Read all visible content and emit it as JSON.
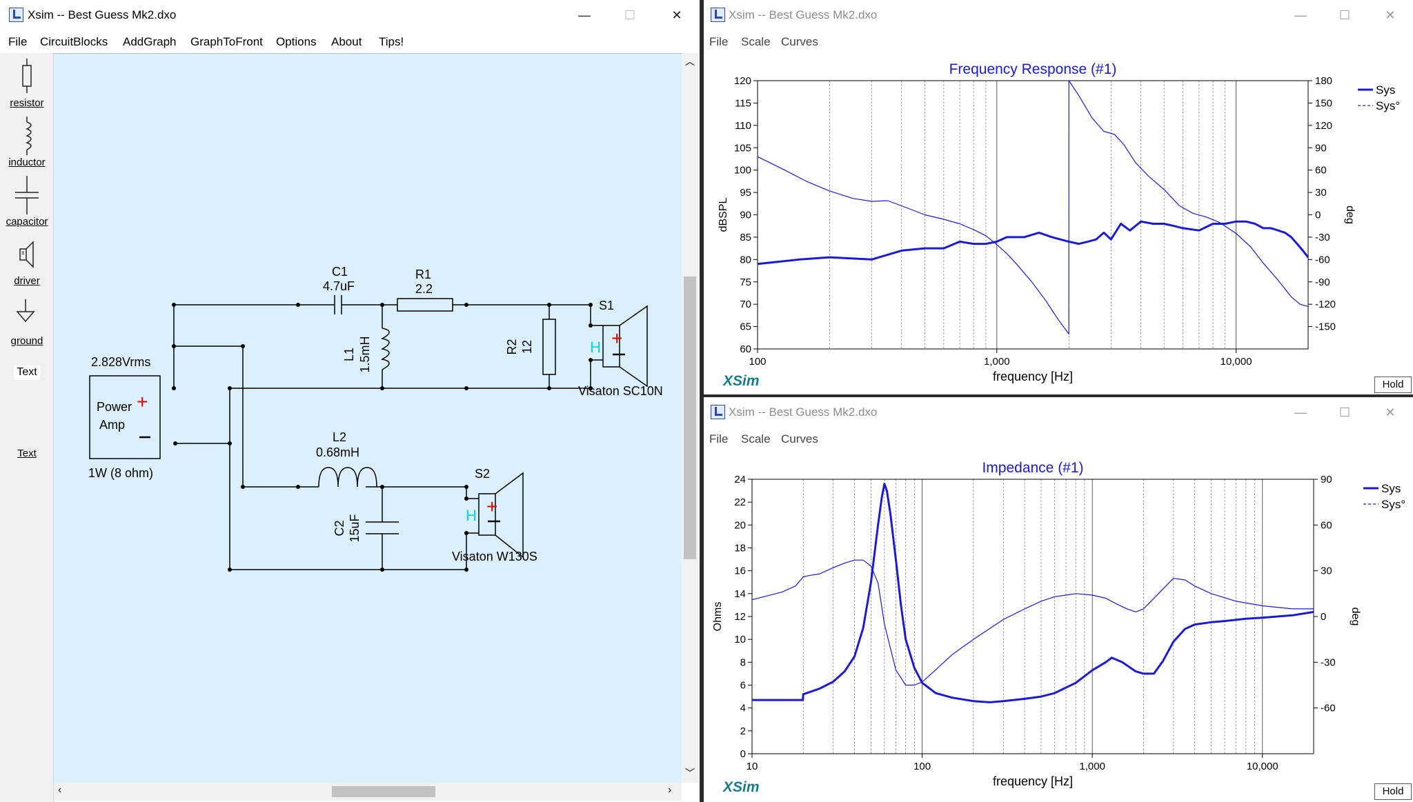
{
  "schematic_window": {
    "title": "Xsim -- Best Guess Mk2.dxo",
    "menus": [
      "File",
      "CircuitBlocks",
      "AddGraph",
      "GraphToFront",
      "Options",
      "About",
      "Tips!"
    ],
    "tools": [
      "resistor",
      "inductor",
      "capacitor",
      "driver",
      "ground",
      "Text",
      "Text"
    ],
    "components": {
      "c1_name": "C1",
      "c1_value": "4.7uF",
      "r1_name": "R1",
      "r1_value": "2.2",
      "l1_name": "L1",
      "l1_value": "1.5mH",
      "r2_name": "R2",
      "r2_value": "12",
      "s1_name": "S1",
      "s1_model": "Visaton SC10N",
      "amp_voltage": "2.828Vrms",
      "amp_line1": "Power",
      "amp_line2": "Amp",
      "amp_power": "1W (8 ohm)",
      "l2_name": "L2",
      "l2_value": "0.68mH",
      "c2_name": "C2",
      "c2_value": "15uF",
      "s2_name": "S2",
      "s2_model": "Visaton W130S"
    }
  },
  "freq_window": {
    "title": "Xsim -- Best Guess Mk2.dxo",
    "menus": [
      "File",
      "Scale",
      "Curves"
    ],
    "hold_label": "Hold",
    "logo": "XSim"
  },
  "imp_window": {
    "title": "Xsim -- Best Guess Mk2.dxo",
    "menus": [
      "File",
      "Scale",
      "Curves"
    ],
    "hold_label": "Hold",
    "logo": "XSim"
  },
  "chart_data": [
    {
      "type": "line",
      "title": "Frequency Response (#1)",
      "xlabel": "frequency [Hz]",
      "ylabel": "dBSPL",
      "y2label": "deg",
      "xscale": "log",
      "xlim": [
        100,
        20000
      ],
      "ylim": [
        60,
        120
      ],
      "y2lim": [
        -180,
        180
      ],
      "xticks": [
        "100",
        "1,000",
        "10,000"
      ],
      "yticks": [
        60,
        65,
        70,
        75,
        80,
        85,
        90,
        95,
        100,
        105,
        110,
        115,
        120
      ],
      "y2ticks": [
        -150,
        -120,
        -90,
        -60,
        -30,
        0,
        30,
        60,
        90,
        120,
        150,
        180
      ],
      "legend": [
        "Sys",
        "Sys°"
      ],
      "legend_position": "right",
      "grid": true,
      "color": "#1a1ad6",
      "series": [
        {
          "name": "Sys",
          "axis": "left",
          "x": [
            100,
            150,
            200,
            300,
            400,
            500,
            600,
            700,
            800,
            900,
            1000,
            1100,
            1300,
            1500,
            1700,
            2000,
            2200,
            2400,
            2600,
            2800,
            3000,
            3300,
            3600,
            4000,
            4500,
            5000,
            5500,
            6000,
            7000,
            8000,
            9000,
            10000,
            11000,
            12000,
            13000,
            14000,
            15000,
            16000,
            17000,
            18000,
            19000,
            20000
          ],
          "y": [
            79,
            80,
            80.5,
            80,
            82,
            82.5,
            82.5,
            84,
            83.5,
            83.5,
            84,
            85,
            85,
            86,
            85,
            84,
            83.5,
            84,
            84.5,
            86,
            84.5,
            88,
            86.5,
            88.5,
            88,
            88,
            87.5,
            87,
            86.5,
            88,
            88,
            88.5,
            88.5,
            88,
            87,
            87,
            86.5,
            86,
            85,
            83.5,
            82,
            80.5
          ]
        },
        {
          "name": "Sys°",
          "axis": "right",
          "x": [
            100,
            130,
            160,
            200,
            250,
            300,
            350,
            400,
            500,
            600,
            700,
            800,
            900,
            1000,
            1100,
            1200,
            1400,
            1600,
            1800,
            2000,
            2001,
            2200,
            2500,
            2800,
            3100,
            3400,
            3800,
            4300,
            5000,
            5800,
            6600,
            7500,
            8500,
            10000,
            11500,
            13000,
            15000,
            17000,
            18500,
            20000
          ],
          "y": [
            78,
            60,
            45,
            32,
            22,
            18,
            19,
            12,
            0,
            -6,
            -12,
            -20,
            -28,
            -40,
            -52,
            -65,
            -90,
            -115,
            -140,
            -160,
            180,
            160,
            130,
            112,
            108,
            94,
            70,
            52,
            34,
            12,
            2,
            -3,
            -10,
            -25,
            -43,
            -65,
            -88,
            -110,
            -120,
            -123
          ]
        }
      ]
    },
    {
      "type": "line",
      "title": "Impedance (#1)",
      "xlabel": "frequency [Hz]",
      "ylabel": "Ohms",
      "y2label": "deg",
      "xscale": "log",
      "xlim": [
        10,
        20000
      ],
      "ylim": [
        0,
        24
      ],
      "y2lim": [
        -90,
        90
      ],
      "xticks": [
        "10",
        "100",
        "1,000",
        "10,000"
      ],
      "yticks": [
        0,
        2,
        4,
        6,
        8,
        10,
        12,
        14,
        16,
        18,
        20,
        22,
        24
      ],
      "y2ticks": [
        -60,
        -30,
        0,
        30,
        60,
        90
      ],
      "legend": [
        "Sys",
        "Sys°"
      ],
      "legend_position": "right",
      "grid": true,
      "color": "#1a1ad6",
      "series": [
        {
          "name": "Sys",
          "axis": "left",
          "x": [
            10,
            19.9,
            20,
            25,
            30,
            35,
            40,
            45,
            50,
            55,
            58,
            60,
            62,
            65,
            70,
            75,
            80,
            90,
            100,
            120,
            150,
            200,
            250,
            300,
            400,
            500,
            600,
            800,
            1000,
            1200,
            1300,
            1500,
            1800,
            2000,
            2300,
            2600,
            3000,
            3500,
            4000,
            5000,
            6000,
            8000,
            10000,
            15000,
            20000
          ],
          "y": [
            4.7,
            4.7,
            5.2,
            5.7,
            6.3,
            7.2,
            8.5,
            11,
            15,
            20,
            22.5,
            23.6,
            23,
            21,
            17,
            13,
            10,
            7.5,
            6.2,
            5.3,
            4.9,
            4.6,
            4.5,
            4.6,
            4.8,
            5.0,
            5.3,
            6.2,
            7.3,
            8.0,
            8.4,
            8.0,
            7.2,
            7.0,
            7.0,
            8.1,
            9.8,
            10.9,
            11.3,
            11.5,
            11.6,
            11.8,
            11.9,
            12.1,
            12.4
          ]
        },
        {
          "name": "Sys°",
          "axis": "right",
          "x": [
            10,
            15,
            18,
            20,
            22,
            25,
            30,
            35,
            40,
            45,
            50,
            55,
            60,
            70,
            80,
            90,
            100,
            120,
            150,
            200,
            300,
            400,
            500,
            600,
            700,
            800,
            1000,
            1200,
            1400,
            1600,
            1800,
            2000,
            2500,
            3000,
            3500,
            4000,
            5000,
            7000,
            10000,
            15000,
            20000
          ],
          "y": [
            11,
            16,
            20,
            26,
            27,
            28,
            32,
            35,
            37,
            37,
            33,
            22,
            -5,
            -35,
            -45,
            -45,
            -43,
            -35,
            -25,
            -15,
            -2,
            5,
            10,
            13,
            14,
            15,
            14,
            12,
            8,
            5,
            3,
            5,
            16,
            25,
            24,
            20,
            15,
            10,
            7,
            5,
            5
          ]
        }
      ]
    }
  ]
}
